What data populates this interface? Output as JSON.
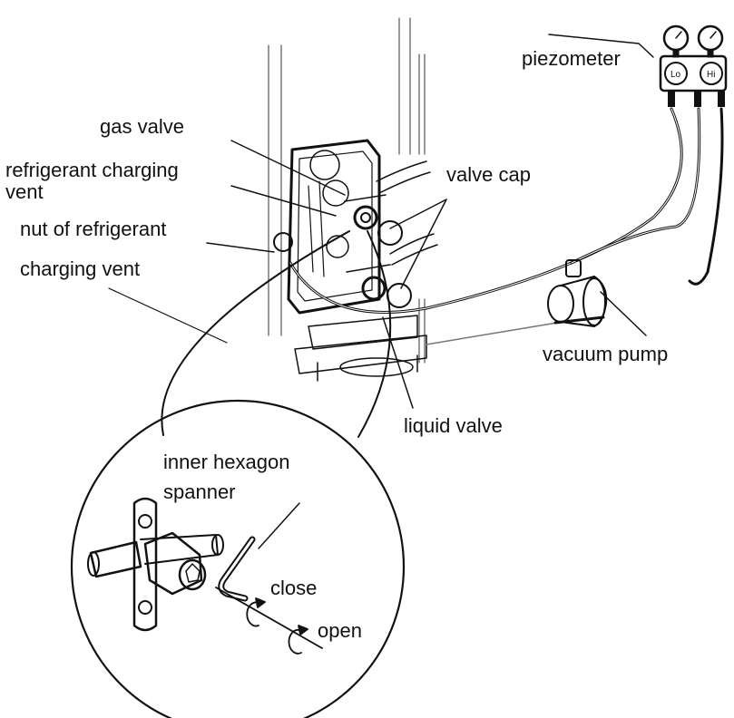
{
  "labels": {
    "piezometer": "piezometer",
    "gas_valve": "gas valve",
    "charging_vent_line1": "refrigerant charging",
    "charging_vent_line2": "vent",
    "nut_line1": "nut of refrigerant",
    "nut_line2": "charging vent",
    "valve_cap": "valve cap",
    "vacuum_pump": "vacuum pump",
    "liquid_valve": "liquid valve",
    "spanner_line1": "inner hexagon",
    "spanner_line2": "spanner",
    "close": "close",
    "open": "open"
  },
  "gauge_marks": {
    "lo": "Lo",
    "hi": "Hi"
  },
  "colors": {
    "ink": "#111111",
    "background": "#ffffff"
  }
}
